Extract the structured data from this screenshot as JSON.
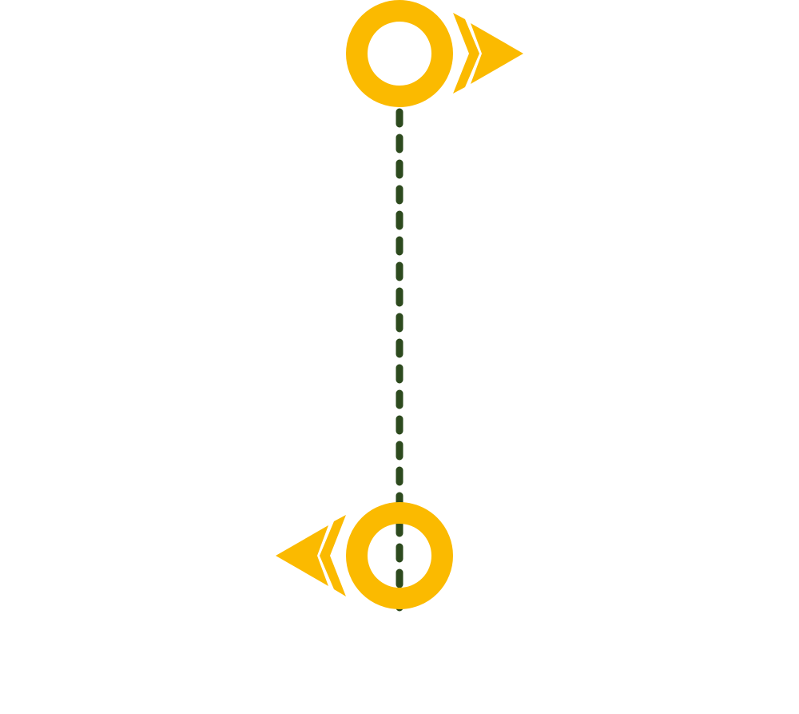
{
  "diagram": {
    "type": "path-connector",
    "colors": {
      "marker": "#FBBA00",
      "connector": "#2D4A1E",
      "background": "#FFFFFF"
    },
    "nodes": [
      {
        "id": "start",
        "icon": "ring-with-right-arrow-icon",
        "direction": "right"
      },
      {
        "id": "end",
        "icon": "ring-with-left-arrow-icon",
        "direction": "left"
      }
    ],
    "connector": {
      "style": "dashed",
      "from": "start",
      "to": "end"
    }
  }
}
